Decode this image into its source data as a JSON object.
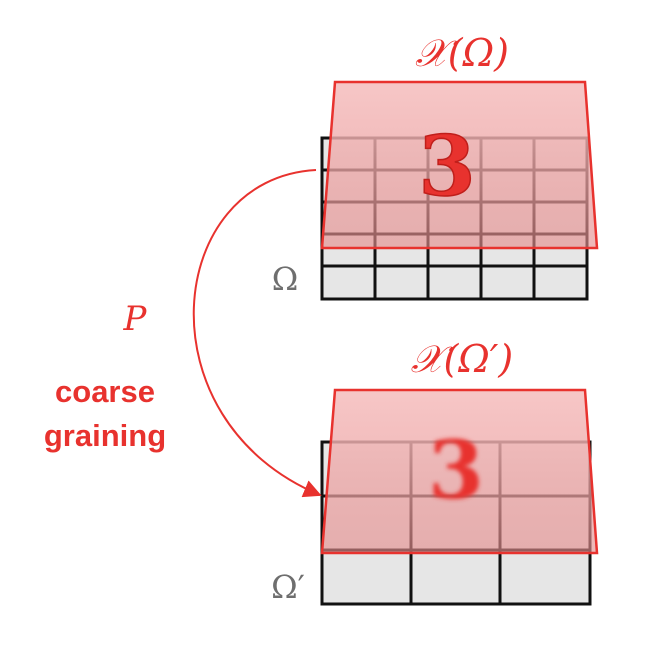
{
  "top_panel": {
    "signal_label": "𝒳(Ω)",
    "domain_label": "Ω",
    "digit": "3"
  },
  "bottom_panel": {
    "signal_label": "𝒳(Ω′)",
    "domain_label": "Ω′",
    "digit": "3"
  },
  "operator": {
    "symbol": "P",
    "caption_line1": "coarse",
    "caption_line2": "graining"
  },
  "colors": {
    "accent_red": "#e8322e",
    "sheet_fill": "#f2a8a8",
    "grid_fill": "#e6e6e6",
    "grid_line": "#111111",
    "domain_text": "#6e6e6e"
  }
}
